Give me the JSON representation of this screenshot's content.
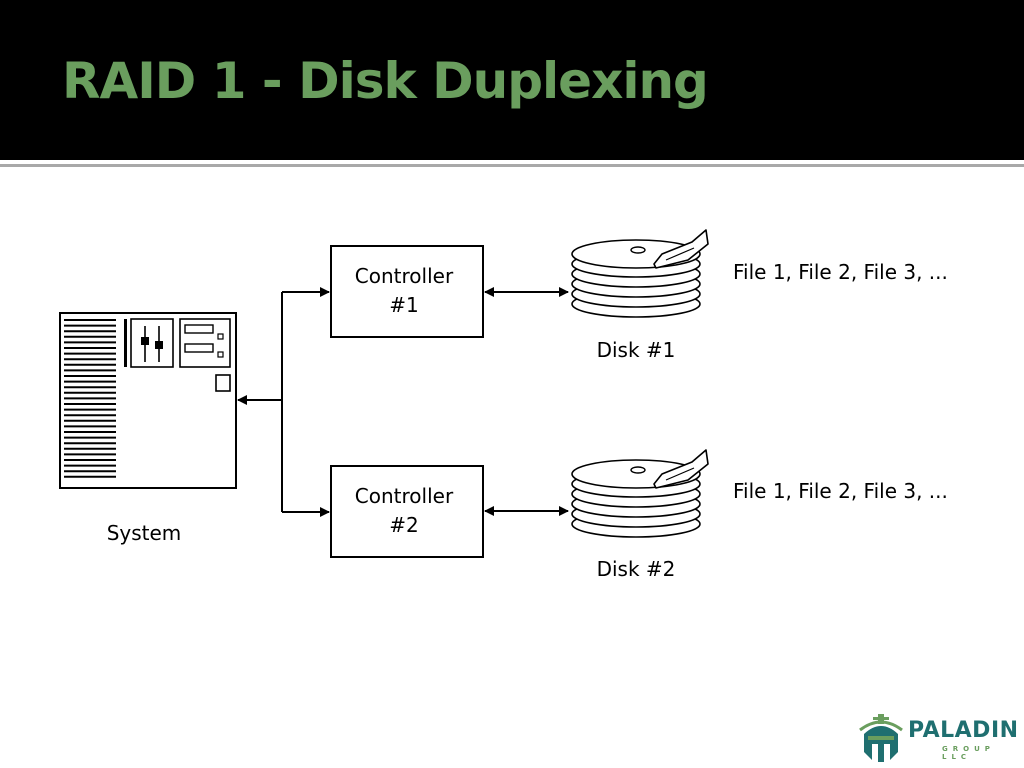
{
  "slide": {
    "title": "RAID 1 - Disk Duplexing",
    "title_color": "#6a9e5e",
    "background_top": "#000000"
  },
  "diagram": {
    "system_label": "System",
    "controllers": [
      {
        "line1": "Controller",
        "line2": "#1"
      },
      {
        "line1": "Controller",
        "line2": "#2"
      }
    ],
    "disks": [
      {
        "label": "Disk #1",
        "files": "File 1, File 2, File 3, ..."
      },
      {
        "label": "Disk #2",
        "files": "File 1, File 2, File 3, ..."
      }
    ]
  },
  "logo": {
    "name": "PALADIN",
    "sub": "GROUP LLC",
    "icon": "helmet-icon",
    "colors": {
      "primary": "#1f6f70",
      "accent": "#6a9e5e"
    }
  }
}
